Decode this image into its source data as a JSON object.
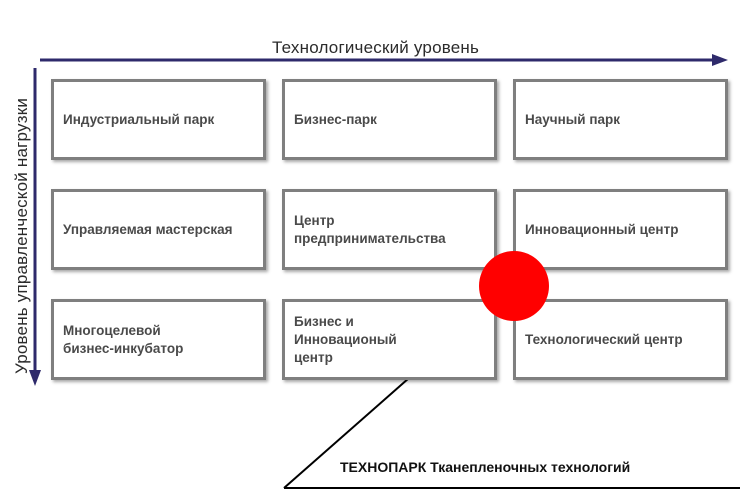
{
  "axes": {
    "x_label": "Технологический уровень",
    "y_label": "Уровень управленческой нагрузки"
  },
  "grid": {
    "rows": [
      [
        "Индустриальный парк",
        "Бизнес-парк",
        "Научный парк"
      ],
      [
        "Управляемая мастерская",
        "Центр\nпредпринимательства",
        "Инновационный центр"
      ],
      [
        "Многоцелевой\nбизнес-инкубатор",
        "Бизнес и\nИнновационый\nцентр",
        "Технологический центр"
      ]
    ]
  },
  "callout": {
    "text": "ТЕХНОПАРК  Тканепленочных технологий"
  },
  "colors": {
    "axis_arrow": "#2e2a6b",
    "cell_border": "#7f7f7f",
    "cell_text": "#4a4a4a",
    "marker": "#ff0000",
    "callout_line": "#000000"
  }
}
